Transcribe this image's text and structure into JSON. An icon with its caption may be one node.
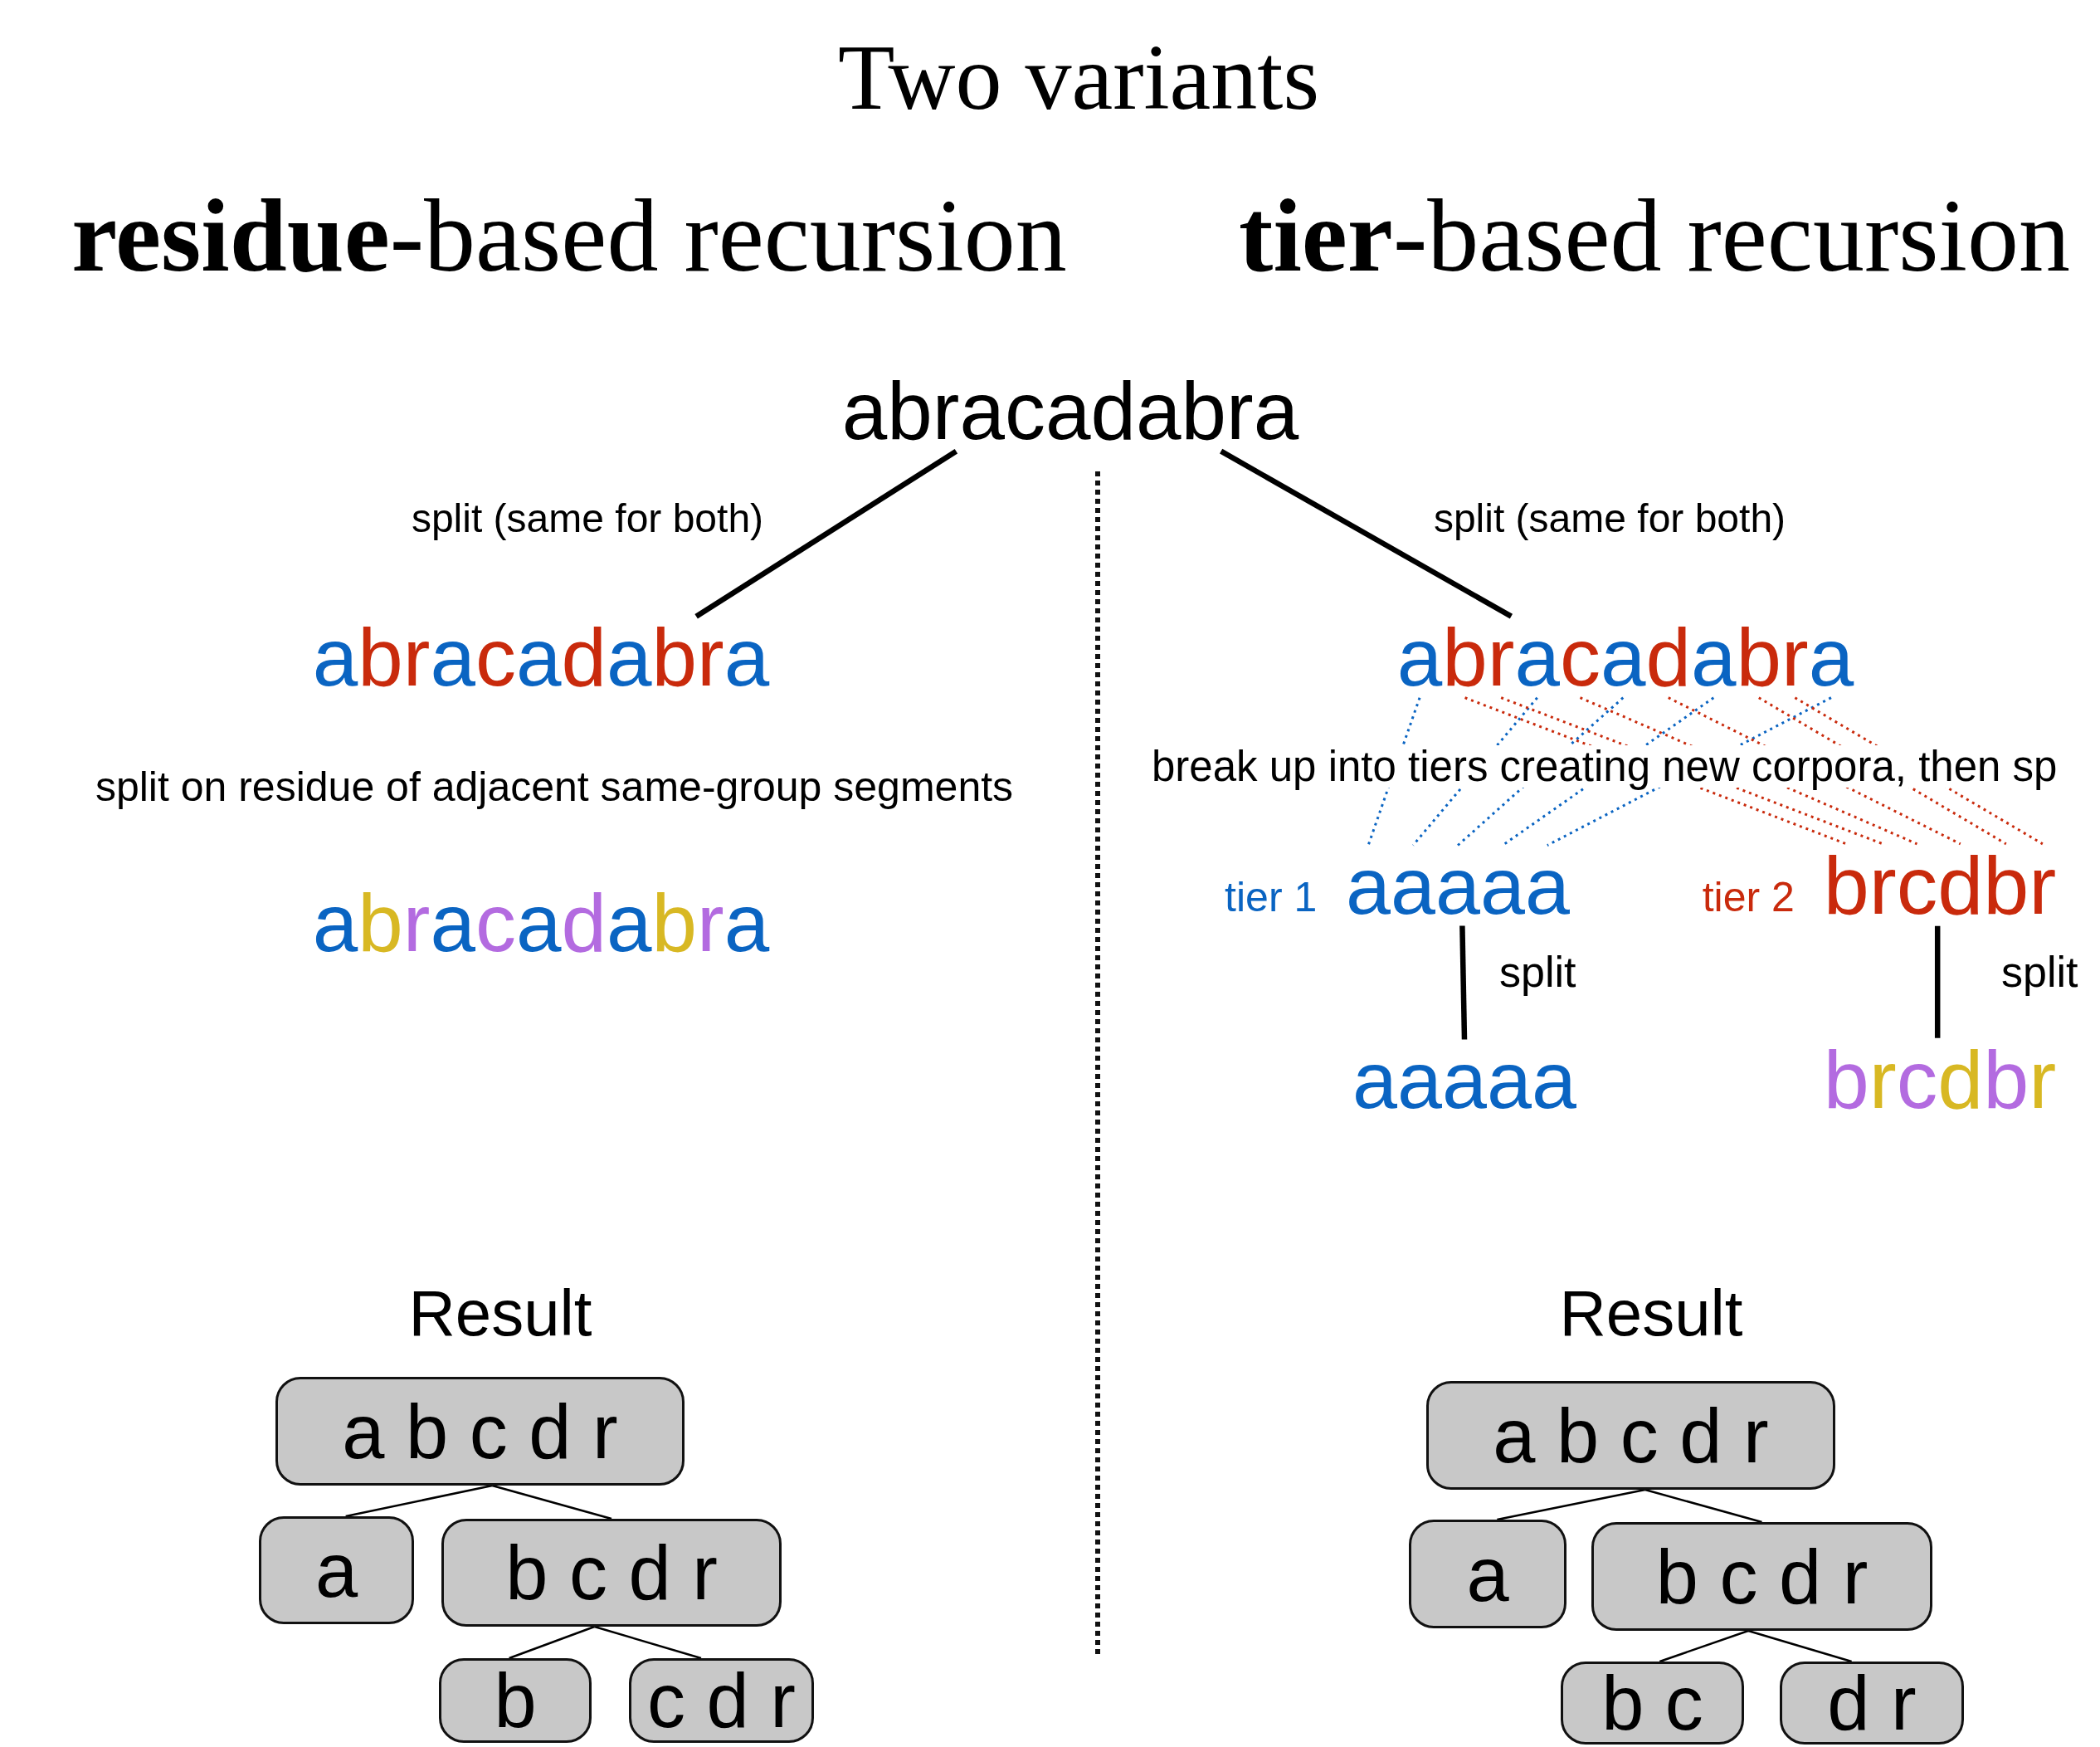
{
  "diagram": {
    "title": "Two variants",
    "nodes": [
      {
        "text": [
          "abracadabra"
        ]
      },
      {
        "text": [
          "abracadabra"
        ]
      },
      {
        "text": [
          "abracadabra"
        ]
      },
      {
        "text": [
          "abracadabra"
        ]
      },
      {
        "text": [
          "aaaaa"
        ],
        "beside": [
          "tier 1"
        ]
      },
      {
        "text": [
          "brcdbr"
        ],
        "beside": [
          "tier 2"
        ]
      },
      {
        "text": [
          "aaaaa"
        ]
      },
      {
        "text": [
          "brcdbr"
        ]
      },
      {
        "text": [
          "a b c d r"
        ]
      },
      {
        "text": [
          "a"
        ]
      },
      {
        "text": [
          "b c d r"
        ]
      },
      {
        "text": [
          "b"
        ]
      },
      {
        "text": [
          "c d r"
        ]
      },
      {
        "text": [
          "a b c d r"
        ]
      },
      {
        "text": [
          "a"
        ]
      },
      {
        "text": [
          "b c d r"
        ]
      },
      {
        "text": [
          "b c"
        ]
      },
      {
        "text": [
          "d r"
        ]
      }
    ],
    "edges": [
      {
        "from": 0,
        "to": 1,
        "arrow": "none",
        "label": "split (same for both)"
      },
      {
        "from": 0,
        "to": 3,
        "arrow": "none",
        "label": "split (same for both)"
      },
      {
        "from": 3,
        "to": 4,
        "arrow": "none",
        "style": "dashed",
        "color": "#0a64c2"
      },
      {
        "from": 3,
        "to": 4,
        "arrow": "none",
        "style": "dashed",
        "color": "#0a64c2"
      },
      {
        "from": 3,
        "to": 4,
        "arrow": "none",
        "style": "dashed",
        "color": "#0a64c2"
      },
      {
        "from": 3,
        "to": 4,
        "arrow": "none",
        "style": "dashed",
        "color": "#0a64c2"
      },
      {
        "from": 3,
        "to": 4,
        "arrow": "none",
        "style": "dashed",
        "color": "#0a64c2"
      },
      {
        "from": 3,
        "to": 5,
        "arrow": "none",
        "style": "dashed",
        "color": "#c92a0c"
      },
      {
        "from": 3,
        "to": 5,
        "arrow": "none",
        "style": "dashed",
        "color": "#c92a0c"
      },
      {
        "from": 3,
        "to": 5,
        "arrow": "none",
        "style": "dashed",
        "color": "#c92a0c"
      },
      {
        "from": 3,
        "to": 5,
        "arrow": "none",
        "style": "dashed",
        "color": "#c92a0c"
      },
      {
        "from": 3,
        "to": 5,
        "arrow": "none",
        "style": "dashed",
        "color": "#c92a0c"
      },
      {
        "from": 3,
        "to": 5,
        "arrow": "none",
        "style": "dashed",
        "color": "#c92a0c"
      },
      {
        "from": 4,
        "to": 6,
        "arrow": "none",
        "label": "split"
      },
      {
        "from": 5,
        "to": 7,
        "arrow": "none",
        "label": "split"
      },
      {
        "from": 8,
        "to": 9,
        "arrow": "none"
      },
      {
        "from": 8,
        "to": 10,
        "arrow": "none"
      },
      {
        "from": 10,
        "to": 11,
        "arrow": "none"
      },
      {
        "from": 10,
        "to": 12,
        "arrow": "none"
      },
      {
        "from": 13,
        "to": 14,
        "arrow": "none"
      },
      {
        "from": 13,
        "to": 15,
        "arrow": "none"
      },
      {
        "from": 15,
        "to": 16,
        "arrow": "none"
      },
      {
        "from": 15,
        "to": 17,
        "arrow": "none"
      }
    ],
    "labels": [
      "**residue**-based recursion",
      "**tier**-based recursion",
      "split on residue of adjacent same-group segments",
      "break up into tiers creating new corpora, then sp",
      "Result",
      "Result"
    ]
  }
}
